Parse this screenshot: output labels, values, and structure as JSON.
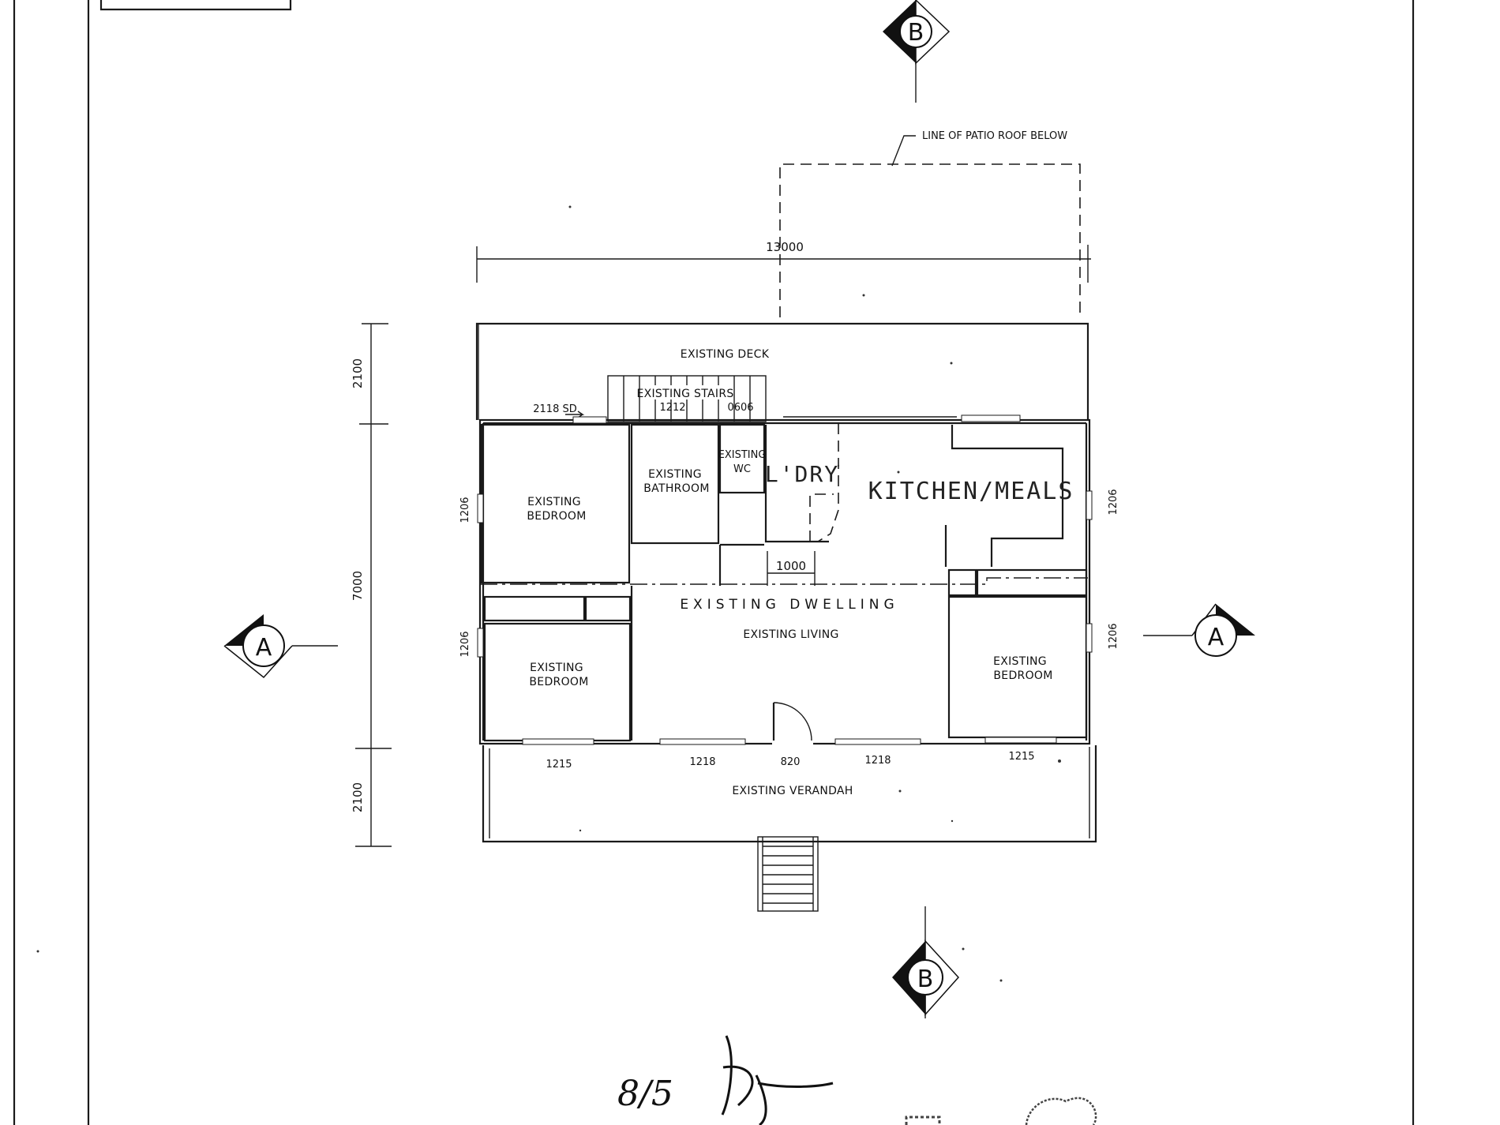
{
  "plan": {
    "patio_note": "LINE OF PATIO ROOF BELOW",
    "overall_width": "13000",
    "dims_vertical": {
      "top": "2100",
      "middle": "7000",
      "bottom": "2100"
    },
    "section_marks": {
      "a_left": "A",
      "a_right": "A",
      "b_top": "B",
      "b_bottom": "B"
    },
    "rooms": {
      "deck": "EXISTING DECK",
      "stairs": "EXISTING STAIRS",
      "bedroom_nw_1": "EXISTING",
      "bedroom_nw_2": "BEDROOM",
      "bathroom_1": "EXISTING",
      "bathroom_2": "BATHROOM",
      "wc_1": "EXISTING",
      "wc_2": "WC",
      "laundry": "L'DRY",
      "kitchen": "KITCHEN/MEALS",
      "dwelling": "EXISTING DWELLING",
      "living": "EXISTING LIVING",
      "bedroom_sw_1": "EXISTING",
      "bedroom_sw_2": "BEDROOM",
      "bedroom_e_1": "EXISTING",
      "bedroom_e_2": "BEDROOM",
      "verandah": "EXISTING VERANDAH"
    },
    "openings": {
      "sd": "2118 SD",
      "w_stairs": "1212",
      "w_wc": "0606",
      "w_left_upper": "1206",
      "w_left_lower": "1206",
      "w_right_upper": "1206",
      "w_right_lower": "1206",
      "laundry_width": "1000",
      "front_1": "1215",
      "front_2": "1218",
      "front_door": "820",
      "front_3": "1218",
      "front_4": "1215"
    },
    "handwritten_note": "8/5"
  }
}
